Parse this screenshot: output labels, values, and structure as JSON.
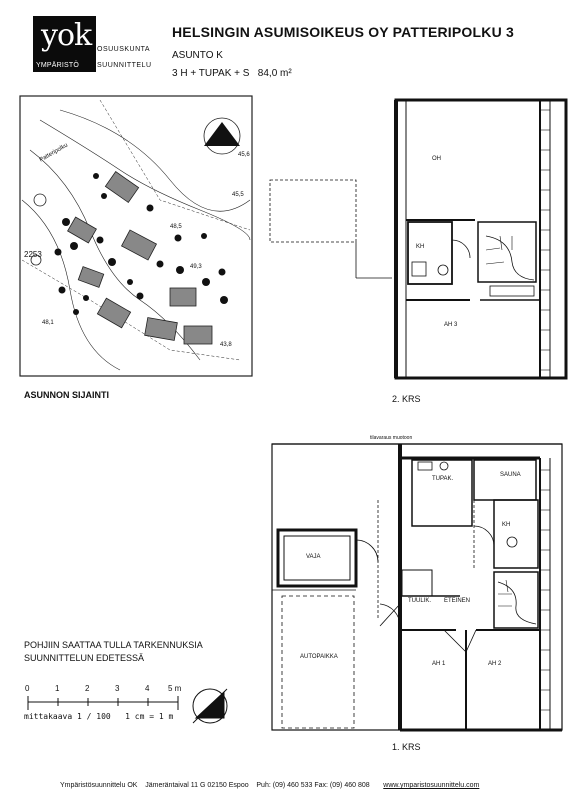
{
  "logo": {
    "mark": "yok",
    "tagline": "YMPÄRISTÖ",
    "line1": "OSUUSKUNTA",
    "line2": "SUUNNITTELU"
  },
  "header": {
    "title": "HELSINGIN ASUMISOIKEUS OY PATTERIPOLKU 3",
    "apartment": "ASUNTO K",
    "layout": "3 H + TUPAK + S",
    "area": "84,0 m²"
  },
  "site_plan": {
    "caption": "ASUNNON SIJAINTI",
    "labels": [
      "Patteripolku",
      "2253",
      "48,1",
      "43,8",
      "49,3",
      "48,5",
      "45,6",
      "45,5"
    ]
  },
  "floor2": {
    "caption": "2. KRS",
    "rooms": [
      "OH",
      "KH",
      "AH 3"
    ]
  },
  "floor1": {
    "caption": "1. KRS",
    "top_note": "tilavaraus muotoon",
    "rooms": [
      "TUPAK.",
      "SAUNA",
      "KH",
      "VAJA",
      "TUULIK.",
      "ETEINEN",
      "AH 1",
      "AH 2",
      "AUTOPAIKKA"
    ]
  },
  "note": {
    "line1": "POHJIIN SAATTAA TULLA TARKENNUKSIA",
    "line2": "SUUNNITTELUN EDETESSÄ"
  },
  "scale": {
    "ticks": [
      "0",
      "1",
      "2",
      "3",
      "4",
      "5 m"
    ],
    "text": "mittakaava 1 / 100   1 cm = 1 m"
  },
  "footer": {
    "company": "Ympäristösuunnittelu OK",
    "address": "Jämeräntaival 11 G   02150 Espoo",
    "phone": "Puh: (09) 460 533  Fax: (09) 460 808",
    "web": "www.ymparistosuunnittelu.com"
  }
}
